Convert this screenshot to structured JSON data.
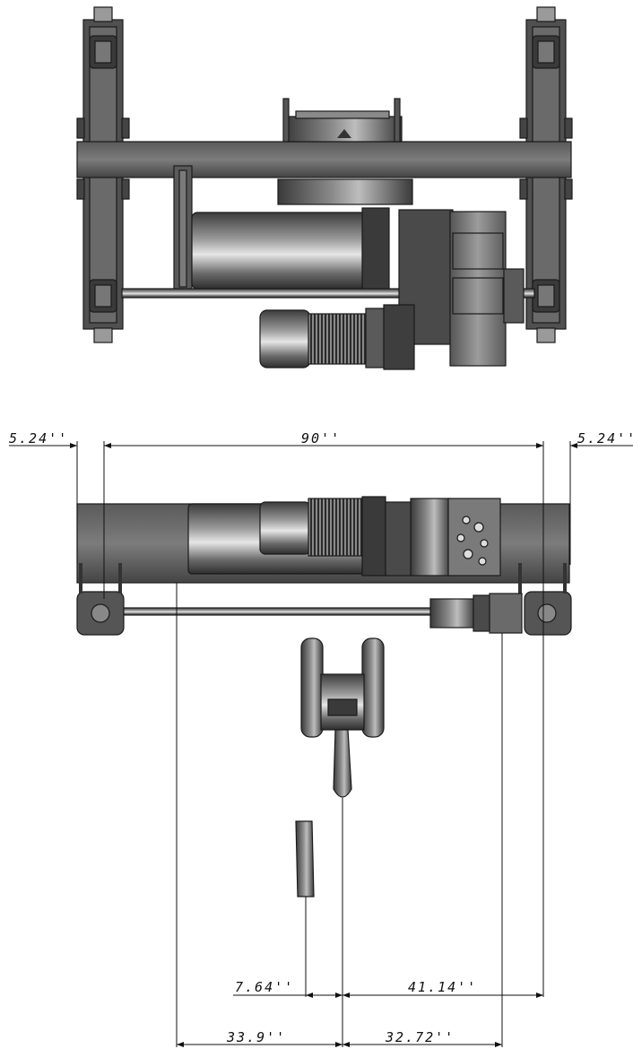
{
  "drawing": {
    "views": [
      "top-view",
      "front-view"
    ],
    "dimensions": {
      "left_offset": "5.24''",
      "span": "90''",
      "right_offset": "5.24''",
      "hook_left_approach": "7.64''",
      "hook_right_approach": "41.14''",
      "trolley_left": "33.9''",
      "trolley_right": "32.72''"
    },
    "colors": {
      "steel_dark": "#4a4a4a",
      "steel_mid": "#7a7a7a",
      "steel_light": "#c8c8c8",
      "line": "#111111",
      "background": "#ffffff"
    }
  }
}
